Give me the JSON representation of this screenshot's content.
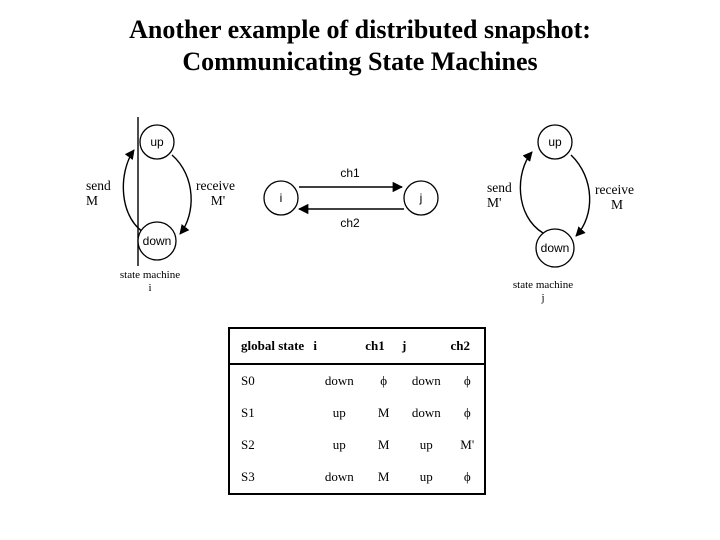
{
  "slide": {
    "title_line1": "Another example of distributed snapshot:",
    "title_line2": "Communicating State Machines"
  },
  "machine_i": {
    "state_up": "up",
    "state_down": "down",
    "left_edge_label_line1": "send",
    "left_edge_label_line2": "M",
    "right_edge_label_line1": "receive",
    "right_edge_label_line2": "M'",
    "caption_line1": "state machine",
    "caption_line2": "i"
  },
  "machine_j": {
    "state_up": "up",
    "state_down": "down",
    "left_edge_label_line1": "send",
    "left_edge_label_line2": "M'",
    "right_edge_label_line1": "receive",
    "right_edge_label_line2": "M",
    "caption_line1": "state machine",
    "caption_line2": "j"
  },
  "channels": {
    "node_left": "i",
    "node_right": "j",
    "channel_top": "ch1",
    "channel_bottom": "ch2"
  },
  "table": {
    "headers": {
      "global_state": "global state",
      "i": "i",
      "ch1": "ch1",
      "j": "j",
      "ch2": "ch2"
    },
    "rows": [
      {
        "state": "S0",
        "i": "down",
        "ch1": "ϕ",
        "j": "down",
        "ch2": "ϕ"
      },
      {
        "state": "S1",
        "i": "up",
        "ch1": "M",
        "j": "down",
        "ch2": "ϕ"
      },
      {
        "state": "S2",
        "i": "up",
        "ch1": "M",
        "j": "up",
        "ch2": "M'"
      },
      {
        "state": "S3",
        "i": "down",
        "ch1": "M",
        "j": "up",
        "ch2": "ϕ"
      }
    ]
  },
  "colors": {
    "ink": "#000000",
    "paper": "#ffffff"
  }
}
